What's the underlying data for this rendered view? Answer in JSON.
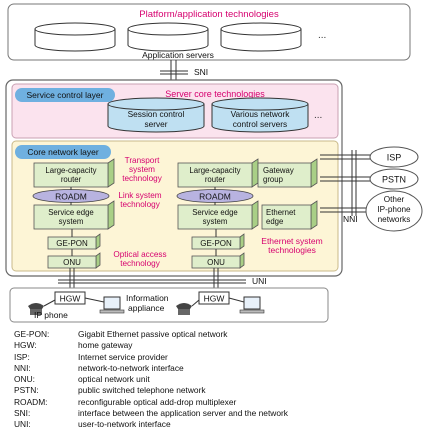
{
  "colors": {
    "red": "#d6006f",
    "blue_pill": "#6fb0e0",
    "pink_box": "#fbe3ee",
    "yellow_box": "#fdf5d6",
    "green_box": "#dfeecb",
    "green_side": "#a9cf86",
    "roadm_fill": "#b8b3e0",
    "cyl_fill": "#bfe0f2"
  },
  "platform": {
    "title": "Platform/application technologies",
    "ellipsis": "...",
    "servers_label": "Application servers",
    "sni": "SNI"
  },
  "service": {
    "layer": "Service control layer",
    "title": "Server core technologies",
    "session": [
      "Session control",
      "server"
    ],
    "network": [
      "Various network",
      "control servers"
    ],
    "ellipsis": "..."
  },
  "core": {
    "layer": "Core network layer",
    "transport": [
      "Transport",
      "system",
      "technology"
    ],
    "link": [
      "Link system",
      "technology"
    ],
    "optical": [
      "Optical  access",
      "technology"
    ],
    "ethernet": [
      "Ethernet system",
      "technologies"
    ],
    "router": [
      "Large-capacity",
      "router"
    ],
    "roadm": "ROADM",
    "edge": [
      "Service edge",
      "system"
    ],
    "gepon": "GE-PON",
    "onu": "ONU",
    "gateway": [
      "Gateway",
      "group"
    ],
    "eth_edge": [
      "Ethernet",
      "edge"
    ]
  },
  "external": {
    "isp": "ISP",
    "pstn": "PSTN",
    "other": [
      "Other",
      "IP-phone",
      "networks"
    ],
    "nni": "NNI"
  },
  "home": {
    "uni": "UNI",
    "hgw": "HGW",
    "ipphone": "IP phone",
    "appliance": [
      "Information",
      "appliance"
    ]
  },
  "legend": [
    {
      "term": "GE-PON:",
      "desc": "Gigabit Ethernet passive optical network"
    },
    {
      "term": "HGW:",
      "desc": "home gateway"
    },
    {
      "term": "ISP:",
      "desc": "Internet service provider"
    },
    {
      "term": "NNI:",
      "desc": "network-to-network interface"
    },
    {
      "term": "ONU:",
      "desc": "optical network unit"
    },
    {
      "term": "PSTN:",
      "desc": "public switched telephone network"
    },
    {
      "term": "ROADM:",
      "desc": "reconfigurable optical add-drop multiplexer"
    },
    {
      "term": "SNI:",
      "desc": "interface between the application server and the network"
    },
    {
      "term": "UNI:",
      "desc": "user-to-network interface"
    }
  ]
}
